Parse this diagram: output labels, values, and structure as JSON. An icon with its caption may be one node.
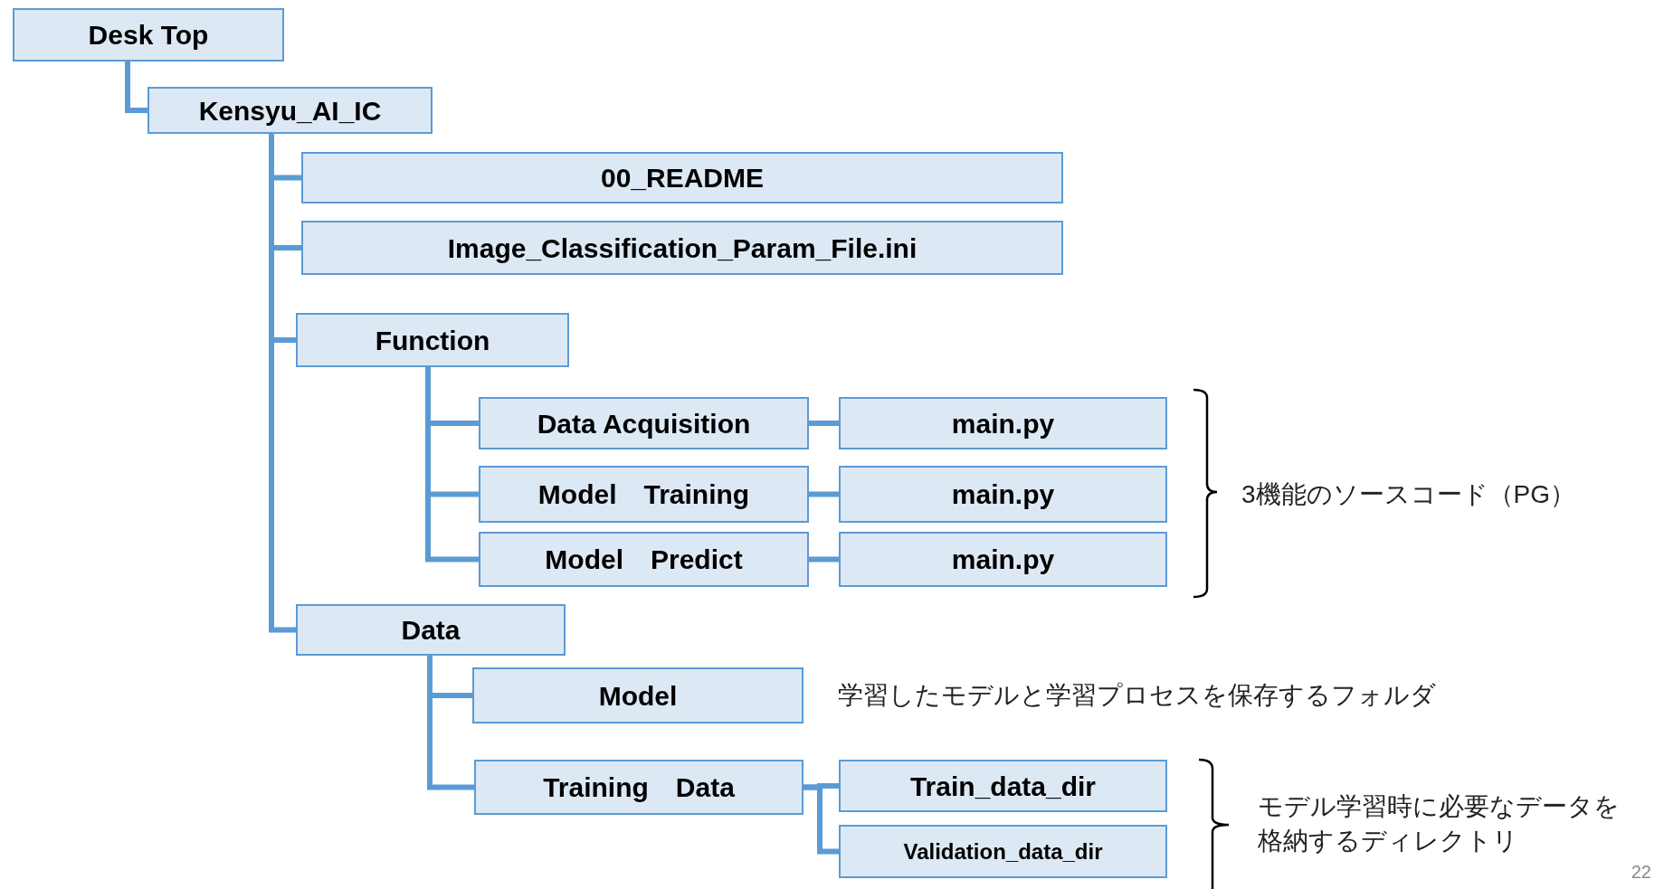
{
  "diagram": {
    "nodes": [
      {
        "text": [
          "Desk Top"
        ]
      },
      {
        "text": [
          "Kensyu_AI_IC"
        ]
      },
      {
        "text": [
          "00_README"
        ]
      },
      {
        "text": [
          "Image_Classification_Param_File.ini"
        ]
      },
      {
        "text": [
          "Function"
        ]
      },
      {
        "text": [
          "Data Acquisition"
        ]
      },
      {
        "text": [
          "main.py"
        ]
      },
      {
        "text": [
          "Model　Training"
        ]
      },
      {
        "text": [
          "main.py"
        ]
      },
      {
        "text": [
          "Model　Predict"
        ]
      },
      {
        "text": [
          "main.py"
        ]
      },
      {
        "text": [
          "Data"
        ]
      },
      {
        "text": [
          "Model"
        ],
        "beside": [
          "学習したモデルと学習プロセスを保存するフォルダ"
        ]
      },
      {
        "text": [
          "Training　Data"
        ]
      },
      {
        "text": [
          "Train_data_dir"
        ]
      },
      {
        "text": [
          "Validation_data_dir"
        ]
      }
    ],
    "edges": [
      {
        "from": 0,
        "to": 1,
        "arrow": "none"
      },
      {
        "from": 1,
        "to": 2,
        "arrow": "none"
      },
      {
        "from": 1,
        "to": 3,
        "arrow": "none"
      },
      {
        "from": 1,
        "to": 4,
        "arrow": "none"
      },
      {
        "from": 1,
        "to": 11,
        "arrow": "none"
      },
      {
        "from": 4,
        "to": 5,
        "arrow": "none"
      },
      {
        "from": 4,
        "to": 7,
        "arrow": "none"
      },
      {
        "from": 4,
        "to": 9,
        "arrow": "none"
      },
      {
        "from": 5,
        "to": 6,
        "arrow": "none"
      },
      {
        "from": 7,
        "to": 8,
        "arrow": "none"
      },
      {
        "from": 9,
        "to": 10,
        "arrow": "none"
      },
      {
        "from": 11,
        "to": 12,
        "arrow": "none"
      },
      {
        "from": 11,
        "to": 13,
        "arrow": "none"
      },
      {
        "from": 13,
        "to": 14,
        "arrow": "none"
      },
      {
        "from": 13,
        "to": 15,
        "arrow": "none"
      }
    ],
    "labels": [
      "3機能のソースコード（PG）",
      "モデル学習時に必要なデータを格納するディレクトリ",
      "22"
    ]
  }
}
